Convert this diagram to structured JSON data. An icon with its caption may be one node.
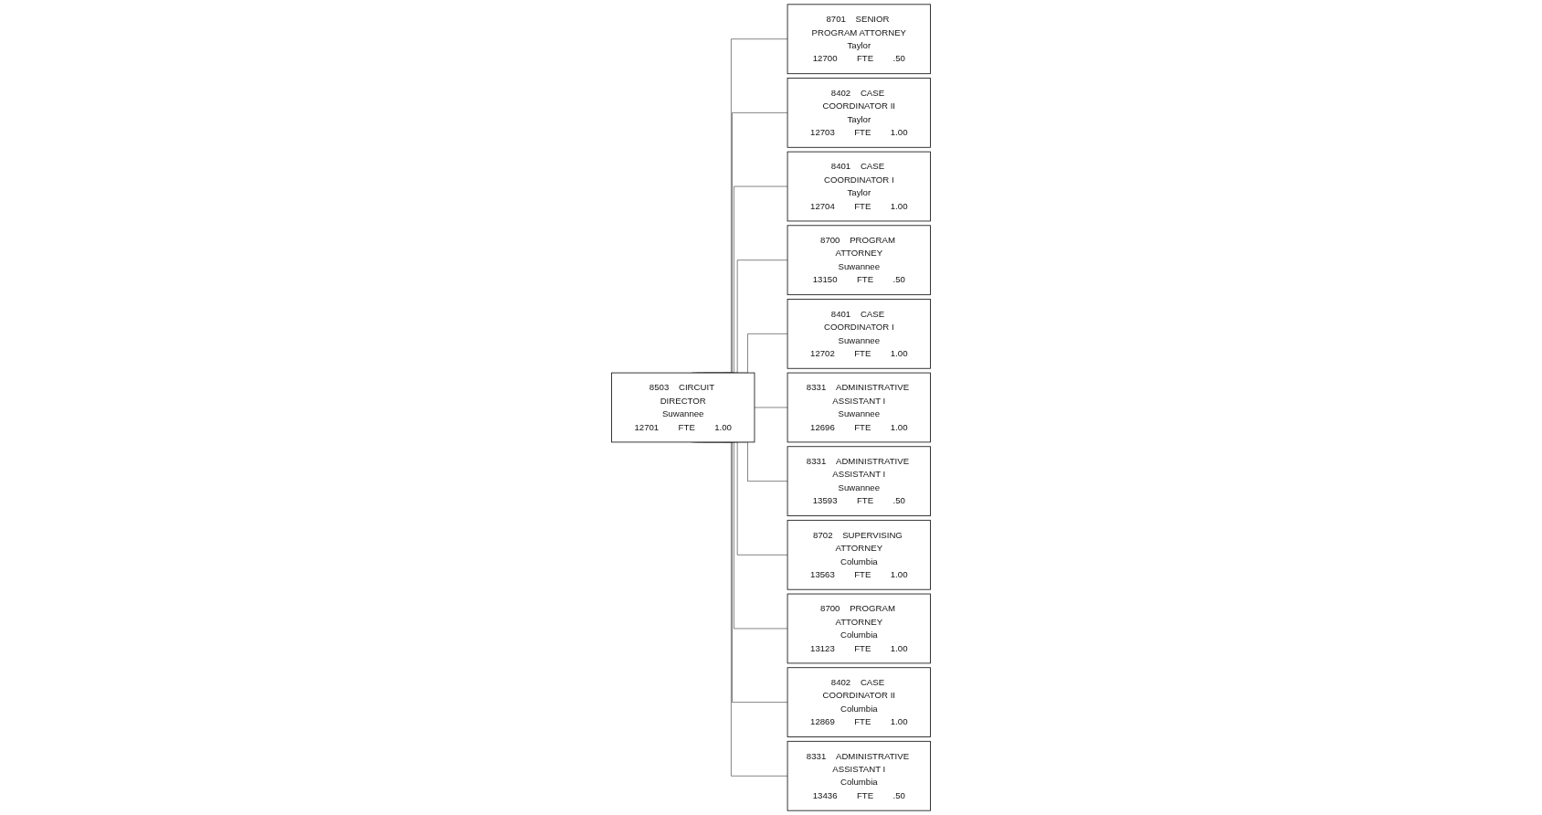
{
  "diagram": {
    "nodes": [
      {
        "text": [
          "8503",
          "CIRCUIT DIRECTOR",
          "Suwannee",
          "12701",
          "FTE",
          "1.00"
        ]
      },
      {
        "text": [
          "8701",
          "SENIOR PROGRAM ATTORNEY",
          "Taylor",
          "12700",
          "FTE",
          ".50"
        ]
      },
      {
        "text": [
          "8402",
          "CASE COORDINATOR II",
          "Taylor",
          "12703",
          "FTE",
          "1.00"
        ]
      },
      {
        "text": [
          "8401",
          "CASE COORDINATOR I",
          "Taylor",
          "12704",
          "FTE",
          "1.00"
        ]
      },
      {
        "text": [
          "8700",
          "PROGRAM ATTORNEY",
          "Suwannee",
          "13150",
          "FTE",
          ".50"
        ]
      },
      {
        "text": [
          "8401",
          "CASE COORDINATOR I",
          "Suwannee",
          "12702",
          "FTE",
          "1.00"
        ]
      },
      {
        "text": [
          "8331",
          "ADMINISTRATIVE ASSISTANT I",
          "Suwannee",
          "12696",
          "FTE",
          "1.00"
        ]
      },
      {
        "text": [
          "8331",
          "ADMINISTRATIVE ASSISTANT I",
          "Suwannee",
          "13593",
          "FTE",
          ".50"
        ]
      },
      {
        "text": [
          "8702",
          "SUPERVISING ATTORNEY",
          "Columbia",
          "13563",
          "FTE",
          "1.00"
        ]
      },
      {
        "text": [
          "8700",
          "PROGRAM ATTORNEY",
          "Columbia",
          "13123",
          "FTE",
          "1.00"
        ]
      },
      {
        "text": [
          "8402",
          "CASE COORDINATOR II",
          "Columbia",
          "12869",
          "FTE",
          "1.00"
        ]
      },
      {
        "text": [
          "8331",
          "ADMINISTRATIVE ASSISTANT I",
          "Columbia",
          "13436",
          "FTE",
          ".50"
        ]
      }
    ],
    "edges": [
      {
        "from": 0,
        "to": 1,
        "arrow": "none"
      },
      {
        "from": 0,
        "to": 2,
        "arrow": "none"
      },
      {
        "from": 0,
        "to": 3,
        "arrow": "none"
      },
      {
        "from": 0,
        "to": 4,
        "arrow": "none"
      },
      {
        "from": 0,
        "to": 5,
        "arrow": "none"
      },
      {
        "from": 0,
        "to": 6,
        "arrow": "none"
      },
      {
        "from": 0,
        "to": 7,
        "arrow": "none"
      },
      {
        "from": 0,
        "to": 8,
        "arrow": "none"
      },
      {
        "from": 0,
        "to": 9,
        "arrow": "none"
      },
      {
        "from": 0,
        "to": 10,
        "arrow": "none"
      },
      {
        "from": 0,
        "to": 11,
        "arrow": "none"
      }
    ]
  }
}
